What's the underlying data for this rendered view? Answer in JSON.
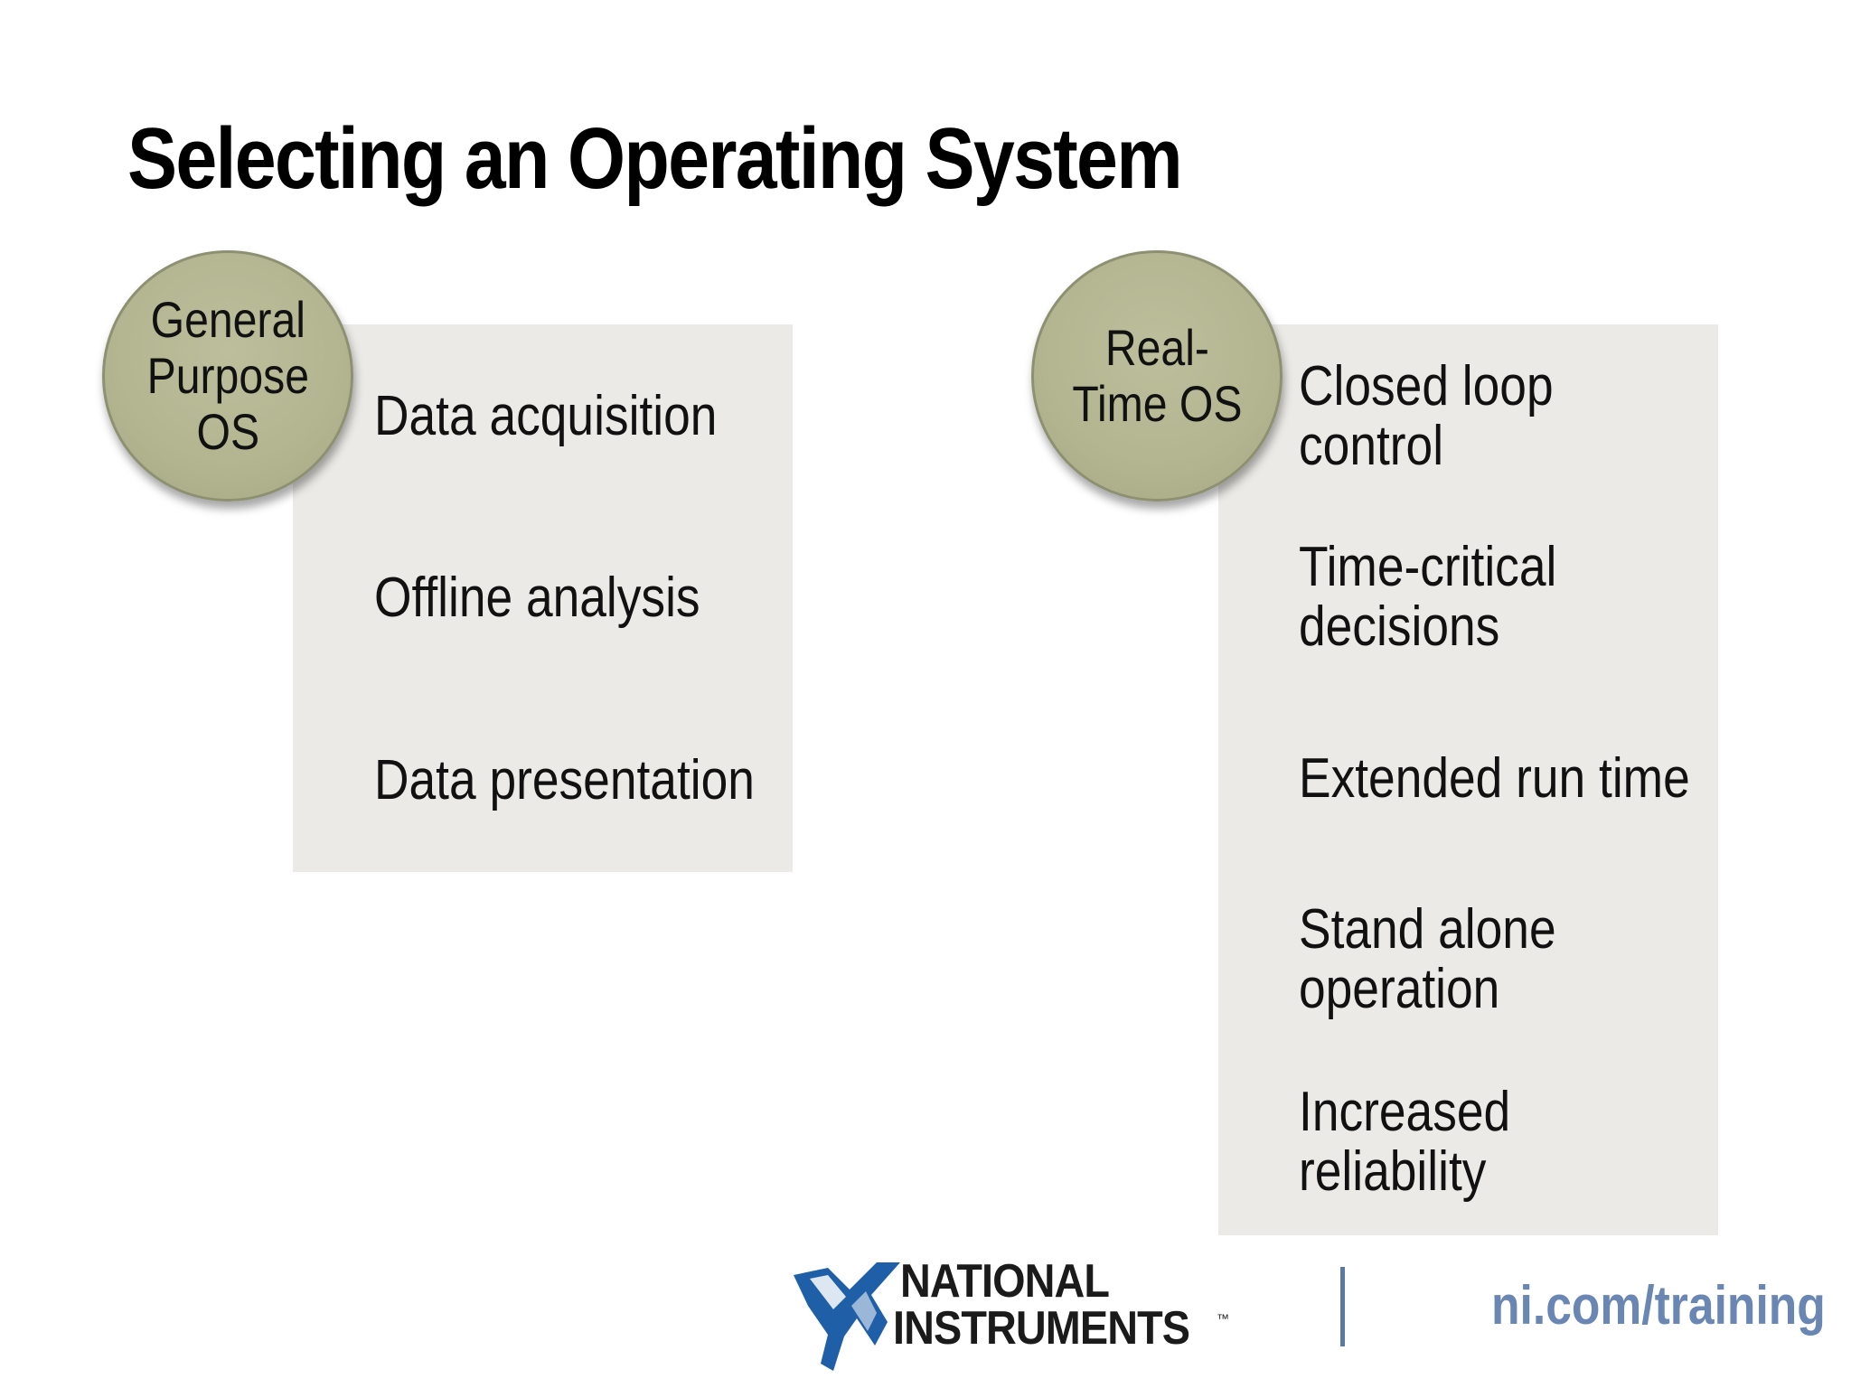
{
  "slide": {
    "title": "Selecting an Operating System"
  },
  "general_purpose": {
    "badge": "General\nPurpose\nOS",
    "items": [
      "Data acquisition",
      "Offline analysis",
      "Data presentation"
    ]
  },
  "real_time": {
    "badge": "Real-\nTime OS",
    "items": [
      "Closed loop\ncontrol",
      "Time-critical\ndecisions",
      "Extended run time",
      "Stand alone\noperation",
      "Increased\nreliability"
    ]
  },
  "footer": {
    "logo_line1": "NATIONAL",
    "logo_line2": "INSTRUMENTS",
    "logo_tm": "™",
    "link": "ni.com/training"
  },
  "colors": {
    "panel": "#ebeae6",
    "badge": "#b3b591",
    "logo_blue": "#1f5fa8",
    "link": "#6a86b2"
  },
  "icons": {
    "logo": "ni-eagle-logo"
  }
}
